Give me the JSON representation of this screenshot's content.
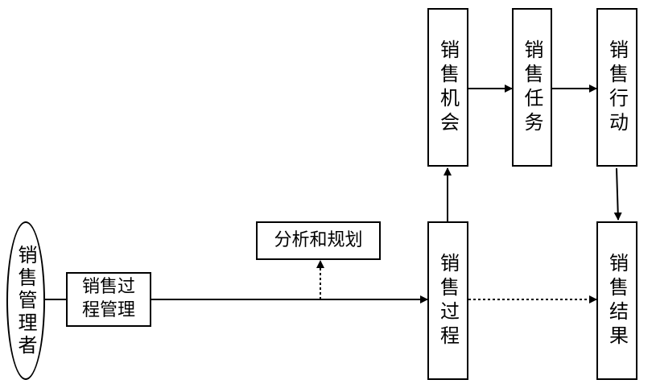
{
  "nodes": {
    "manager": "销售管理者",
    "process_mgmt_l1": "销售过",
    "process_mgmt_l2": "程管理",
    "analysis": "分析和规划",
    "process": "销售过程",
    "opportunity": "销售机会",
    "task": "销售任务",
    "action": "销售行动",
    "result": "销售结果"
  },
  "colors": {
    "stroke": "#000000",
    "fill": "#ffffff"
  }
}
